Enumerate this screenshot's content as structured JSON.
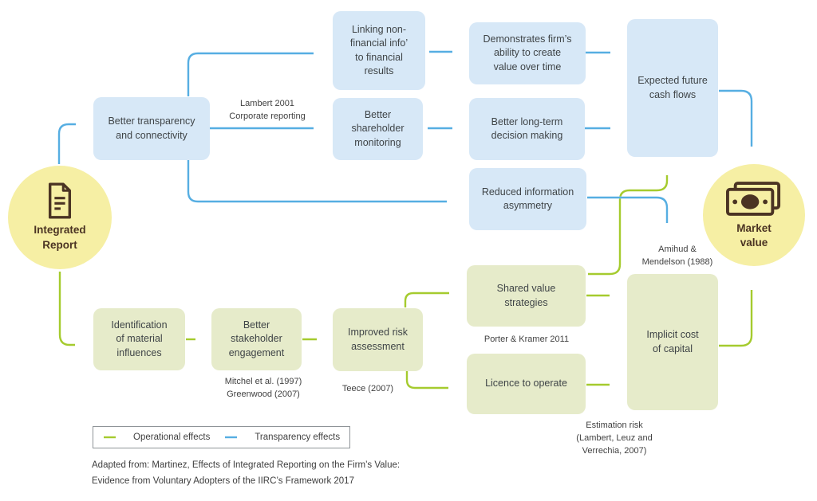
{
  "nodes": {
    "integrated_report": "Integrated\nReport",
    "market_value": "Market\nvalue"
  },
  "boxes": {
    "transparency": "Better transparency\nand connectivity",
    "linking": "Linking non-\nfinancial info’\nto financial\nresults",
    "shareholder": "Better\nshareholder\nmonitoring",
    "demonstrates": "Demonstrates firm’s\nability to create\nvalue over time",
    "longterm": "Better long-term\ndecision making",
    "reduced": "Reduced information\nasymmetry",
    "expected": "Expected future\ncash flows",
    "identification": "Identification\nof material\ninfluences",
    "stakeholder": "Better\nstakeholder\nengagement",
    "improved_risk": "Improved risk\nassessment",
    "shared_value": "Shared value\nstrategies",
    "licence": "Licence to operate",
    "implicit": "Implicit cost\nof capital"
  },
  "annotations": {
    "lambert": "Lambert 2001\nCorporate reporting",
    "amihud": "Amihud &\nMendelson (1988)",
    "mitchel": "Mitchel et al. (1997)\nGreenwood (2007)",
    "teece": "Teece (2007)",
    "porter": "Porter & Kramer 2011",
    "estimation": "Estimation risk\n(Lambert, Leuz and\nVerrechia, 2007)"
  },
  "legend": {
    "operational": "Operational effects",
    "transparency": "Transparency effects"
  },
  "caption": "Adapted from: Martinez, Effects of Integrated Reporting on the Firm’s Value:\nEvidence from Voluntary Adopters of the IIRC’s Framework 2017",
  "colors": {
    "blue_box": "#D7E8F7",
    "green_box": "#E6EBCA",
    "yellow_node": "#F6EFA4",
    "arrow_blue": "#56AEE2",
    "arrow_green": "#A5CB2E",
    "icon_brown": "#4B3423",
    "text": "#414141"
  }
}
